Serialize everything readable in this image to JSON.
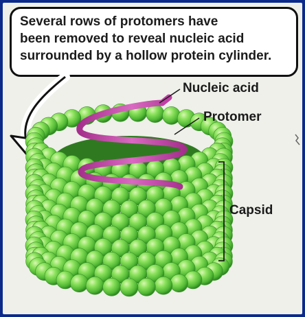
{
  "caption": {
    "line1": "Several rows of protomers have",
    "line2": "been removed to reveal nucleic acid",
    "line3": "surrounded by a hollow protein cylinder."
  },
  "labels": {
    "nucleic_acid": "Nucleic acid",
    "protomer": "Protomer",
    "capsid": "Capsid"
  },
  "colors": {
    "background_frame": "#0b2a8a",
    "protomer_green": "#7ed957",
    "protomer_dark": "#3f9a2a",
    "nucleic_acid_pink": "#c13fa6"
  }
}
